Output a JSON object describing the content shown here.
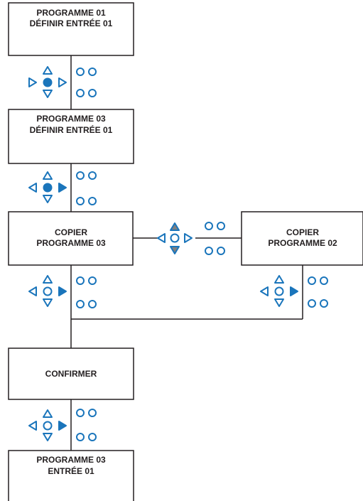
{
  "colors": {
    "line": "#231f20",
    "accent": "#1a75bb",
    "gray": "#808080"
  },
  "boxes": [
    {
      "id": "prog01",
      "lines": [
        "PROGRAMME 01",
        "DÉFINIR ENTRÉE 01"
      ]
    },
    {
      "id": "prog03",
      "lines": [
        "PROGRAMME 03",
        "DÉFINIR ENTRÉE 01"
      ]
    },
    {
      "id": "copy03",
      "lines": [
        "COPIER",
        "PROGRAMME 03"
      ]
    },
    {
      "id": "copy02",
      "lines": [
        "COPIER",
        "PROGRAMME 02"
      ]
    },
    {
      "id": "confirm",
      "lines": [
        "CONFIRMER"
      ]
    },
    {
      "id": "prog03e",
      "lines": [
        "PROGRAMME 03",
        "ENTRÉE 01"
      ]
    }
  ],
  "keypads": [
    {
      "id": "keypad-1",
      "pressed": "center",
      "description": "center button pressed (filled)"
    },
    {
      "id": "keypad-2",
      "pressed": "right",
      "description": "right arrow pressed (filled)"
    },
    {
      "id": "keypad-inline",
      "pressed": "up-down",
      "description": "up/down arrows pressed (gray)"
    },
    {
      "id": "keypad-3",
      "pressed": "right",
      "description": "right arrow pressed (filled)"
    },
    {
      "id": "keypad-4",
      "pressed": "right",
      "description": "right arrow pressed (filled)"
    },
    {
      "id": "keypad-5",
      "pressed": "right",
      "description": "right arrow pressed (filled)"
    }
  ]
}
